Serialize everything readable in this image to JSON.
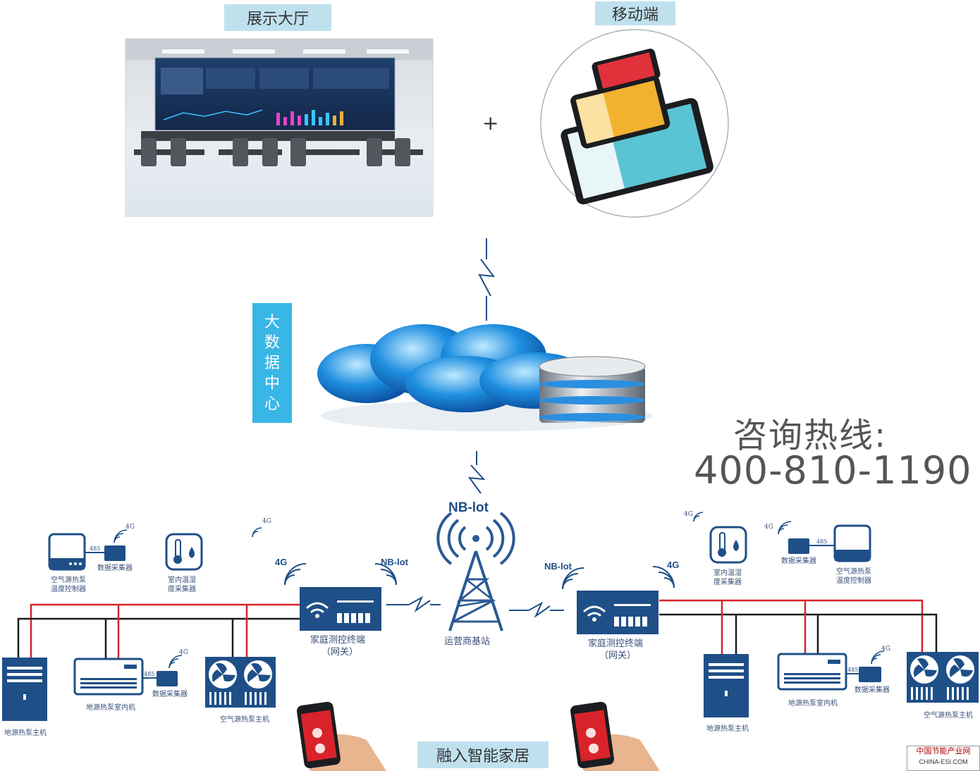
{
  "top": {
    "hall_label": "展示大厅",
    "mobile_label": "移动端",
    "plus": "+"
  },
  "datacenter": {
    "label_chars": [
      "大",
      "数",
      "据",
      "中",
      "心"
    ]
  },
  "hotline": {
    "title": "咨询热线:",
    "number": "400-810-1190"
  },
  "network": {
    "nbiot_tower": "NB-lot",
    "tower_label": "运营商基站",
    "bottom_label": "融入智能家居"
  },
  "left": {
    "gateway_label": "家庭测控终端",
    "gateway_sub": "（网关）",
    "gw_4g": "4G",
    "gw_nbiot": "NB-lot",
    "sig_4g_a": "4G",
    "sig_4g_b": "4G",
    "sig_4g_c": "4G",
    "port_485_a": "485",
    "port_485_b": "485",
    "collector_a": "数据采集器",
    "thermostat": "空气源热泵",
    "thermostat_2": "温度控制器",
    "sensor": "室内温湿",
    "sensor_2": "度采集器",
    "unit_host": "地源热泵主机",
    "unit_indoor": "地源热泵室内机",
    "collector_b": "数据采集器",
    "unit_air": "空气源热泵主机"
  },
  "right": {
    "gateway_label": "家庭测控终端",
    "gateway_sub": "（网关）",
    "gw_4g": "4G",
    "gw_nbiot": "NB-lot",
    "sig_4g_a": "4G",
    "sig_4g_b": "4G",
    "sig_4g_c": "4G",
    "port_485_a": "485",
    "port_485_b": "485",
    "collector_a": "数据采集器",
    "thermostat": "空气源热泵",
    "thermostat_2": "温度控制器",
    "sensor": "室内温湿",
    "sensor_2": "度采集器",
    "unit_host": "地源热泵主机",
    "unit_indoor": "地源热泵室内机",
    "collector_b": "数据采集器",
    "unit_air": "空气源热泵主机"
  },
  "watermark": {
    "line1": "中国节能产业网",
    "line2": "CHINA-ESI.COM"
  },
  "colors": {
    "accent_blue": "#1f4f87",
    "power_red": "#d9232a",
    "cyan_label": "#38b6e6"
  }
}
